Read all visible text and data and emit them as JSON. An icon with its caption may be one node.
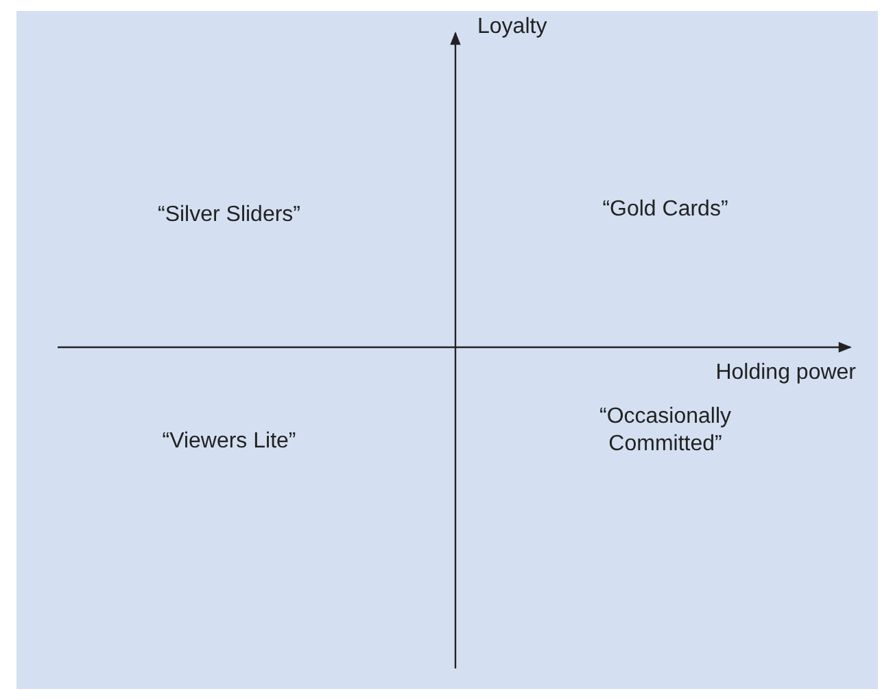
{
  "diagram": {
    "labels": [
      "Loyalty",
      "“Silver Sliders”",
      "“Gold Cards”",
      "Holding power",
      "“Viewers Lite”",
      "“Occasionally Committed”"
    ]
  }
}
